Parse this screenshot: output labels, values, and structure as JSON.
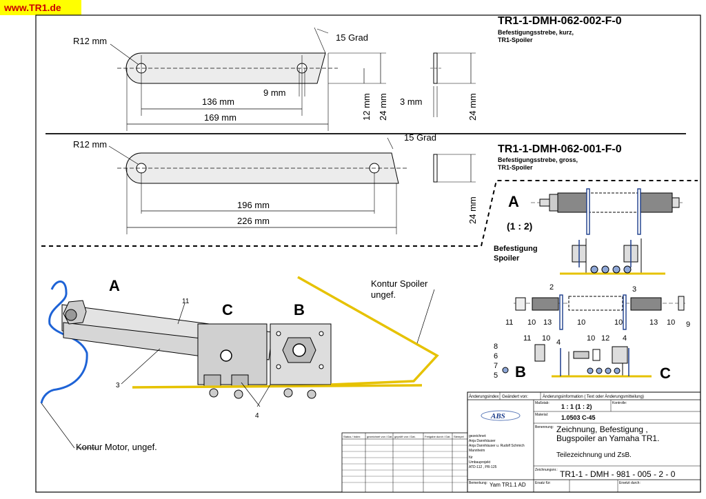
{
  "site_label": "www.TR1.de",
  "part_short": {
    "number": "TR1-1-DMH-062-002-F-0",
    "desc1": "Befestigungsstrebe, kurz,",
    "desc2": "TR1-Spoiler",
    "radius": "R12 mm",
    "angle": "15 Grad",
    "hole": "9 mm",
    "len_inner": "136 mm",
    "len_total": "169 mm",
    "half_h": "12 mm",
    "height": "24 mm",
    "thick": "3 mm",
    "side_h": "24 mm"
  },
  "part_long": {
    "number": "TR1-1-DMH-062-001-F-0",
    "desc1": "Befestigungsstrebe, gross,",
    "desc2": "TR1-Spoiler",
    "radius": "R12 mm",
    "angle": "15 Grad",
    "len_inner": "196 mm",
    "len_total": "226 mm",
    "side_h": "24 mm"
  },
  "detail": {
    "letter": "A",
    "scale": "(1 : 2)",
    "caption1": "Befestigung",
    "caption2": "Spoiler",
    "labels": [
      "2",
      "3",
      "11",
      "10",
      "13",
      "10",
      "10",
      "13",
      "10",
      "9",
      "8",
      "6",
      "7",
      "5",
      "11",
      "10",
      "4",
      "10",
      "12",
      "4"
    ],
    "b": "B",
    "c": "C"
  },
  "assembly": {
    "a": "A",
    "b": "B",
    "c": "C",
    "n11": "11",
    "n3": "3",
    "n4": "4",
    "kontur_spoiler1": "Kontur Spoiler",
    "kontur_spoiler2": "ungef.",
    "kontur_motor": "Kontur Motor, ungef."
  },
  "title_block": {
    "h_index": "Änderungsindex",
    "h_changed": "Geändert von:",
    "h_info": "Änderungsinformation ( Text oder Änderungsmitteilung)",
    "scale_label": "Maßstab:",
    "scale_value": "1 : 1     (1 : 2)",
    "check_label": "Kontrolle:",
    "material_label": "Material:",
    "material_value": "1.0503  C-45",
    "name_label": "Benennung:",
    "name1": "Zeichnung, Befestigung ,",
    "name2": "Bugspoiler an Yamaha TR1.",
    "name3": "Teilezeichnung und ZsB.",
    "drawing_label": "Zeichnungsnr.:",
    "drawing_no": "TR1-1  - DMH - 981 - 005 - 2 - 0",
    "remark_label": "Bemerkung:",
    "remark_value": "Yam TR1.1 AD",
    "replace_label": "Ersatz für:",
    "replaced_label": "Ersetzt durch:",
    "drawn_label": "gezeichnet:",
    "drawn1": "Anja Dannhäuser",
    "drawn2": "Anja Dannhäuser u. Rudolf Schmich",
    "drawn3": "Mannheim",
    "project1": "für",
    "project2": "Umbauprojekt",
    "project3": "ATD-112 , PR-125",
    "status_heads": [
      "Status / Index",
      "gezeichnet von / Dat.",
      "geprüft von / Dat.",
      "Freigabe durch / Dat.",
      "Stempel"
    ]
  }
}
